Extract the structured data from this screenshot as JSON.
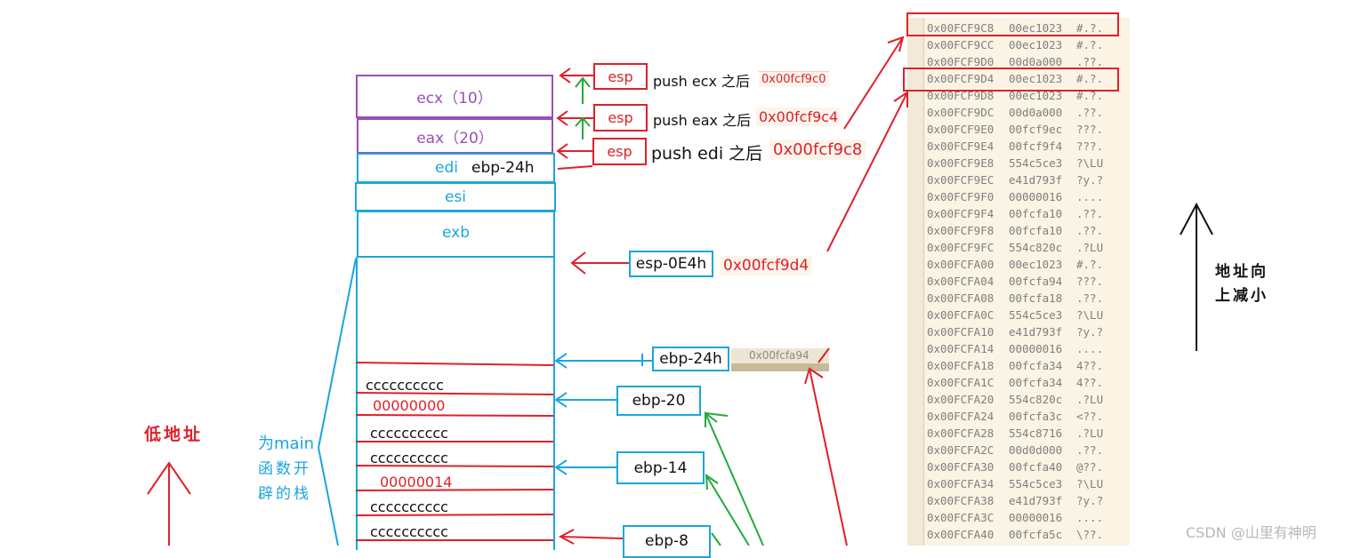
{
  "stack_cells": {
    "ecx": "ecx（10）",
    "eax": "eax（20）",
    "edi": "edi",
    "edi_offset": "ebp-24h",
    "esi": "esi",
    "exb": "exb"
  },
  "esp_labels": [
    "esp",
    "esp",
    "esp"
  ],
  "push_labels": [
    "push ecx 之后",
    "push eax 之后",
    "push edi 之后"
  ],
  "push_addrs": [
    "0x00fcf9c0",
    "0x00fcf9c4",
    "0x00fcf9c8"
  ],
  "esp_offset": {
    "label": "esp-0E4h",
    "addr": "0x00fcf9d4"
  },
  "ebp_24h": {
    "label": "ebp-24h",
    "addr": "0x00fcfa94"
  },
  "ebp_boxes": [
    "ebp-20",
    "ebp-14",
    "ebp-8"
  ],
  "stack_values": [
    "cccccccccc",
    "00000000",
    "cccccccccc",
    "cccccccccc",
    "00000014",
    "cccccccccc",
    "cccccccccc"
  ],
  "main_frame_label": [
    "为main",
    "函数开",
    "辟的栈"
  ],
  "low_addr_label": "低地址",
  "addr_decrease_label": [
    "地址向",
    "上减小"
  ],
  "watermark": "CSDN @山里有神明",
  "memory": [
    [
      "0x00FCF9C8",
      "00ec1023",
      "#.?."
    ],
    [
      "0x00FCF9CC",
      "00ec1023",
      "#.?."
    ],
    [
      "0x00FCF9D0",
      "00d0a000",
      ".??."
    ],
    [
      "0x00FCF9D4",
      "00ec1023",
      "#.?."
    ],
    [
      "0x00FCF9D8",
      "00ec1023",
      "#.?."
    ],
    [
      "0x00FCF9DC",
      "00d0a000",
      ".??."
    ],
    [
      "0x00FCF9E0",
      "00fcf9ec",
      "???."
    ],
    [
      "0x00FCF9E4",
      "00fcf9f4",
      "???."
    ],
    [
      "0x00FCF9E8",
      "554c5ce3",
      "?\\LU"
    ],
    [
      "0x00FCF9EC",
      "e41d793f",
      "?y.?"
    ],
    [
      "0x00FCF9F0",
      "00000016",
      "...."
    ],
    [
      "0x00FCF9F4",
      "00fcfa10",
      ".??."
    ],
    [
      "0x00FCF9F8",
      "00fcfa10",
      ".??."
    ],
    [
      "0x00FCF9FC",
      "554c820c",
      ".?LU"
    ],
    [
      "0x00FCFA00",
      "00ec1023",
      "#.?."
    ],
    [
      "0x00FCFA04",
      "00fcfa94",
      "???."
    ],
    [
      "0x00FCFA08",
      "00fcfa18",
      ".??."
    ],
    [
      "0x00FCFA0C",
      "554c5ce3",
      "?\\LU"
    ],
    [
      "0x00FCFA10",
      "e41d793f",
      "?y.?"
    ],
    [
      "0x00FCFA14",
      "00000016",
      "...."
    ],
    [
      "0x00FCFA18",
      "00fcfa34",
      "4??."
    ],
    [
      "0x00FCFA1C",
      "00fcfa34",
      "4??."
    ],
    [
      "0x00FCFA20",
      "554c820c",
      ".?LU"
    ],
    [
      "0x00FCFA24",
      "00fcfa3c",
      "<??."
    ],
    [
      "0x00FCFA28",
      "554c8716",
      ".?LU"
    ],
    [
      "0x00FCFA2C",
      "00d0d000",
      ".??."
    ],
    [
      "0x00FCFA30",
      "00fcfa40",
      "@??."
    ],
    [
      "0x00FCFA34",
      "554c5ce3",
      "?\\LU"
    ],
    [
      "0x00FCFA38",
      "e41d793f",
      "?y.?"
    ],
    [
      "0x00FCFA3C",
      "00000016",
      "...."
    ],
    [
      "0x00FCFA40",
      "00fcfa5c",
      "\\??."
    ]
  ]
}
